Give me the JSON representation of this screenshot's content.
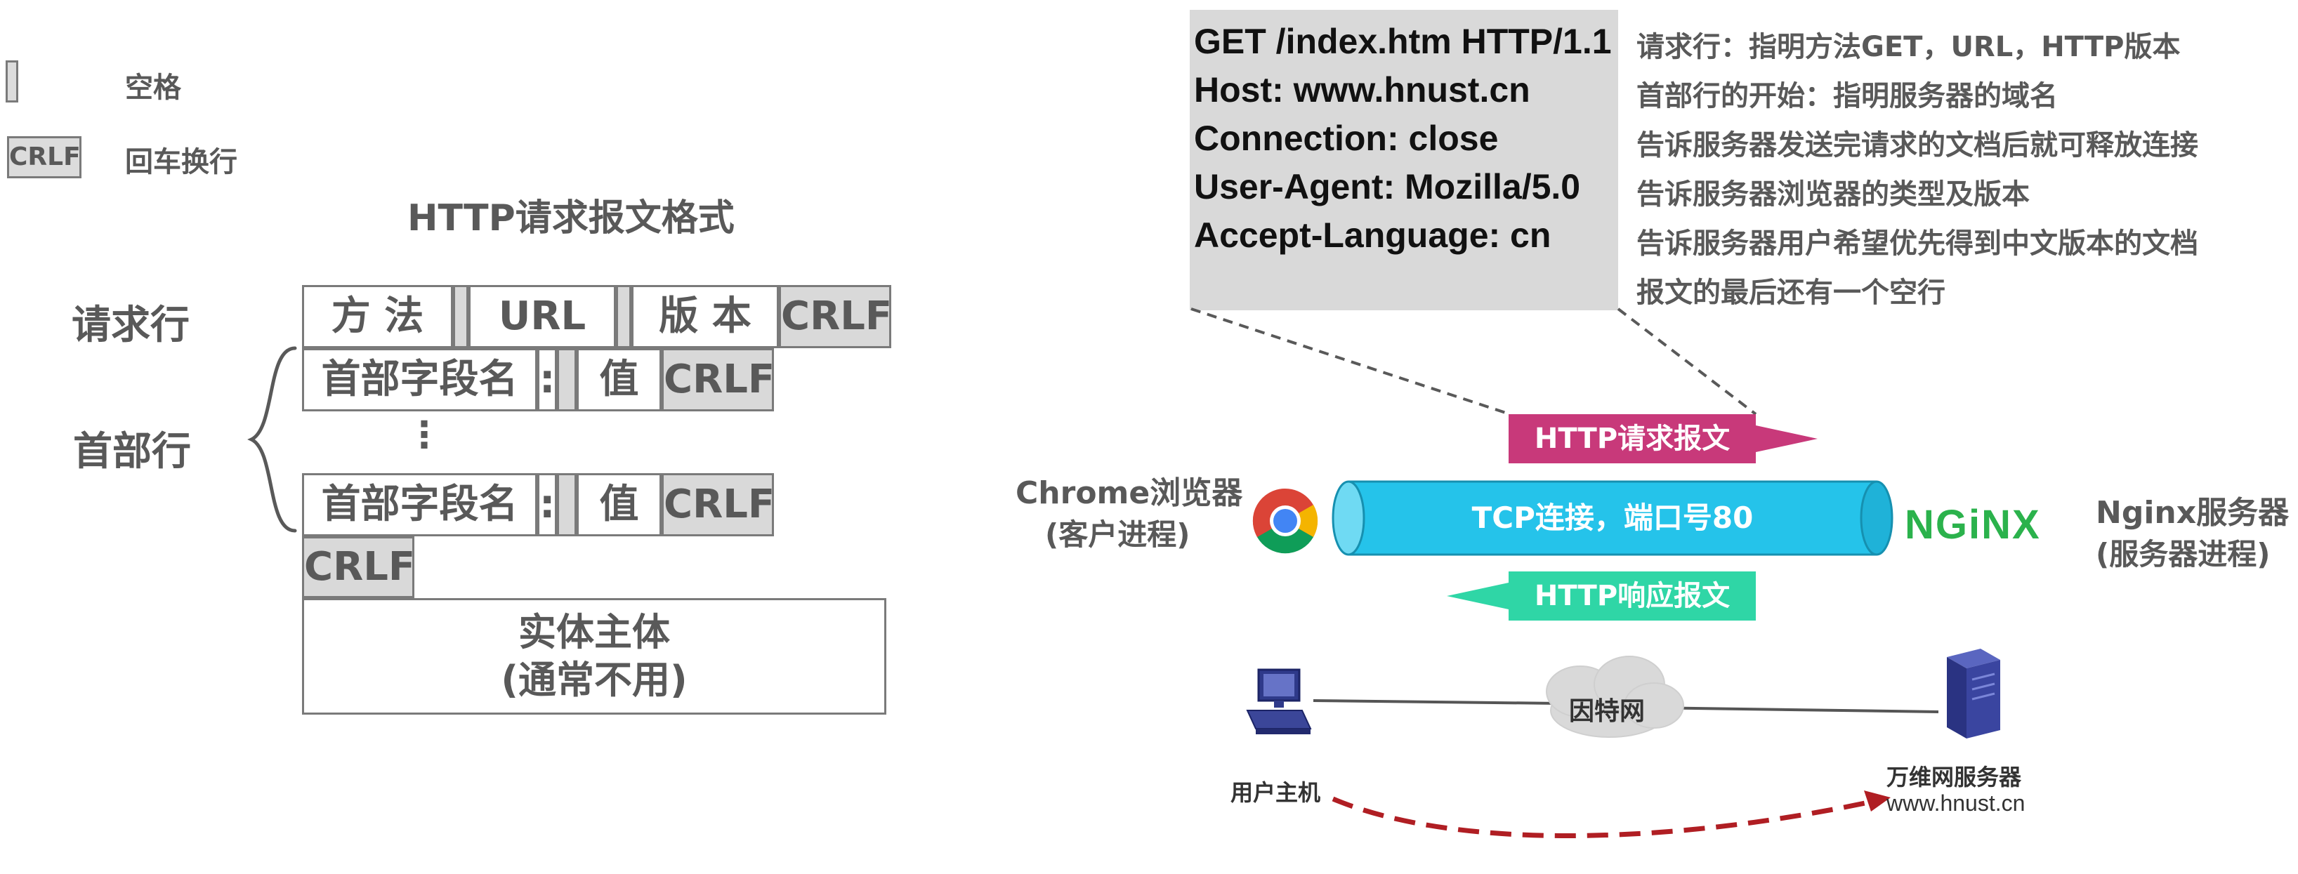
{
  "legend": {
    "space_label": "空格",
    "crlf_box": "CRLF",
    "crlf_label": "回车换行"
  },
  "format": {
    "title": "HTTP请求报文格式",
    "request_line_label": "请求行",
    "header_line_label": "首部行",
    "method": "方 法",
    "url": "URL",
    "version": "版 本",
    "crlf": "CRLF",
    "field_name": "首部字段名",
    "colon": ":",
    "value": "值",
    "ellipsis": "⋮",
    "body_line1": "实体主体",
    "body_line2": "(通常不用)"
  },
  "message": {
    "lines": [
      "GET /index.htm HTTP/1.1",
      "Host: www.hnust.cn",
      "Connection: close",
      "User-Agent:  Mozilla/5.0",
      "Accept-Language: cn"
    ],
    "notes": [
      "请求行：指明方法GET，URL，HTTP版本",
      "首部行的开始：指明服务器的域名",
      "告诉服务器发送完请求的文档后就可释放连接",
      "告诉服务器浏览器的类型及版本",
      "告诉服务器用户希望优先得到中文版本的文档",
      "报文的最后还有一个空行"
    ]
  },
  "connection": {
    "request_arrow": "HTTP请求报文",
    "tcp_label": "TCP连接，端口号80",
    "response_arrow": "HTTP响应报文",
    "client_name": "Chrome浏览器",
    "client_role": "(客户进程)",
    "server_logo": "NGiNX",
    "server_name": "Nginx服务器",
    "server_role": "(服务器进程)"
  },
  "network": {
    "internet_label": "因特网",
    "host_label": "用户主机",
    "server_label": "万维网服务器",
    "server_domain": "www.hnust.cn"
  },
  "colors": {
    "request_arrow": "#c8397a",
    "response_arrow": "#2fd6a6",
    "tcp_pipe": "#25c3ea",
    "nginx_green": "#2bb24c",
    "dashed_arrow": "#b01e23",
    "message_box": "#d9d9d9"
  }
}
